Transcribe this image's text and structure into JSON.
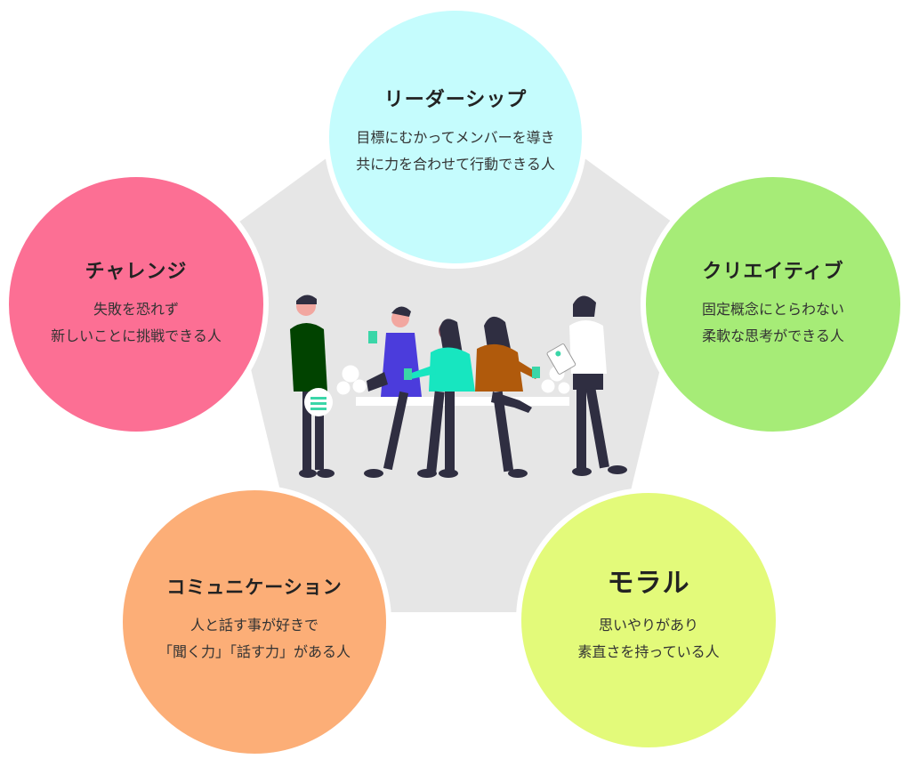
{
  "colors": {
    "leadership": "#c5fcfd",
    "challenge": "#fc6f94",
    "creative": "#a6ec77",
    "communication": "#fcae77",
    "moral": "#e3fa7a",
    "pentagon": "#e6e6e6"
  },
  "circles": {
    "leadership": {
      "title": "リーダーシップ",
      "lines": [
        "目標にむかってメンバーを導き",
        "共に力を合わせて行動できる人"
      ]
    },
    "challenge": {
      "title": "チャレンジ",
      "lines": [
        "失敗を恐れず",
        "新しいことに挑戦できる人"
      ]
    },
    "creative": {
      "title": "クリエイティブ",
      "lines": [
        "固定概念にとらわない",
        "柔軟な思考ができる人"
      ]
    },
    "communication": {
      "title": "コミュニケーション",
      "lines": [
        "人と話す事が好きで",
        "「聞く力」「話す力」がある人"
      ]
    },
    "moral": {
      "title": "モラル",
      "lines": [
        "思いやりがあり",
        "素直さを持っている人"
      ]
    }
  },
  "illustration": {
    "icons": [
      "people-group-icon",
      "document-icon",
      "coffee-cup-icon"
    ]
  }
}
